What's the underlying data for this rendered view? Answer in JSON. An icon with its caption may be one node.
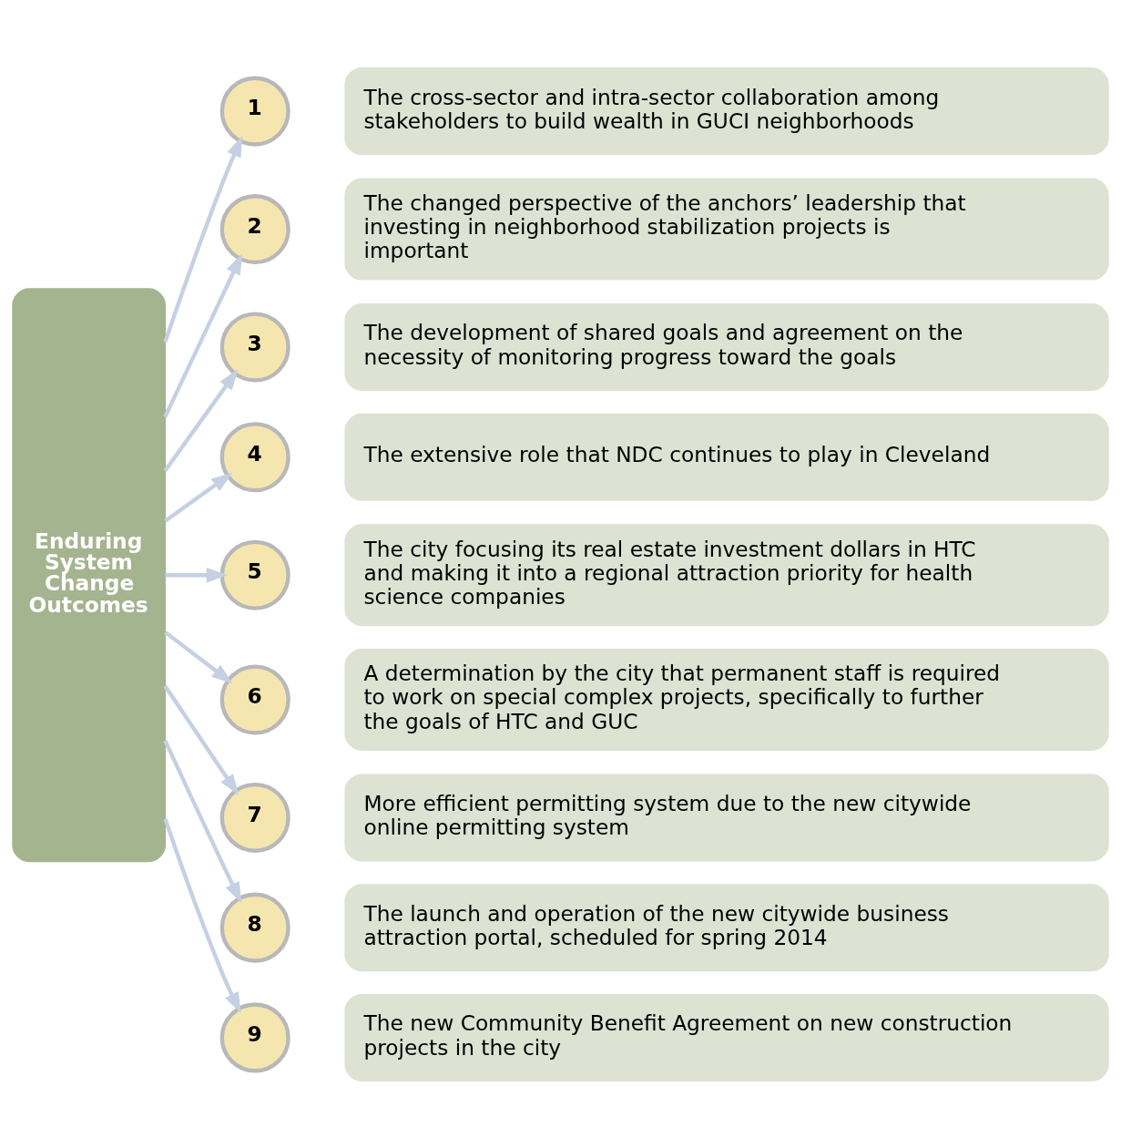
{
  "diagram": {
    "nodes": [
      {
        "text": [
          "Enduring System Change Outcomes"
        ]
      },
      {
        "text": [
          "1"
        ]
      },
      {
        "text": [
          "The cross-sector and intra-sector collaboration among stakeholders to build wealth in GUCI neighborhoods"
        ]
      },
      {
        "text": [
          "2"
        ]
      },
      {
        "text": [
          "The changed perspective of the anchors’ leadership that investing in neighborhood stabilization projects is important"
        ]
      },
      {
        "text": [
          "3"
        ]
      },
      {
        "text": [
          "The development of shared goals and agreement on the necessity of monitoring progress toward the goals"
        ]
      },
      {
        "text": [
          "4"
        ]
      },
      {
        "text": [
          "The extensive role that NDC continues to play in Cleveland"
        ]
      },
      {
        "text": [
          "5"
        ]
      },
      {
        "text": [
          "The city focusing its real estate investment dollars in HTC and making it into a regional attraction priority for health science companies"
        ]
      },
      {
        "text": [
          "6"
        ]
      },
      {
        "text": [
          "A determination by the city that permanent staff is required to work on special complex projects, specifically to further the goals of HTC and GUC"
        ]
      },
      {
        "text": [
          "7"
        ]
      },
      {
        "text": [
          "More efficient permitting system due to the new citywide online permitting system"
        ]
      },
      {
        "text": [
          "8"
        ]
      },
      {
        "text": [
          "The launch and operation of the new citywide business attraction portal, scheduled for spring 2014"
        ]
      },
      {
        "text": [
          "9"
        ]
      },
      {
        "text": [
          "The new Community Benefit Agreement on new construction projects in the city"
        ]
      }
    ],
    "edges": [
      {
        "from": 0,
        "to": 1,
        "arrow": "to"
      },
      {
        "from": 0,
        "to": 3,
        "arrow": "to"
      },
      {
        "from": 0,
        "to": 5,
        "arrow": "to"
      },
      {
        "from": 0,
        "to": 7,
        "arrow": "to"
      },
      {
        "from": 0,
        "to": 9,
        "arrow": "to"
      },
      {
        "from": 0,
        "to": 11,
        "arrow": "to"
      },
      {
        "from": 0,
        "to": 13,
        "arrow": "to"
      },
      {
        "from": 0,
        "to": 15,
        "arrow": "to"
      },
      {
        "from": 0,
        "to": 17,
        "arrow": "to"
      }
    ]
  }
}
